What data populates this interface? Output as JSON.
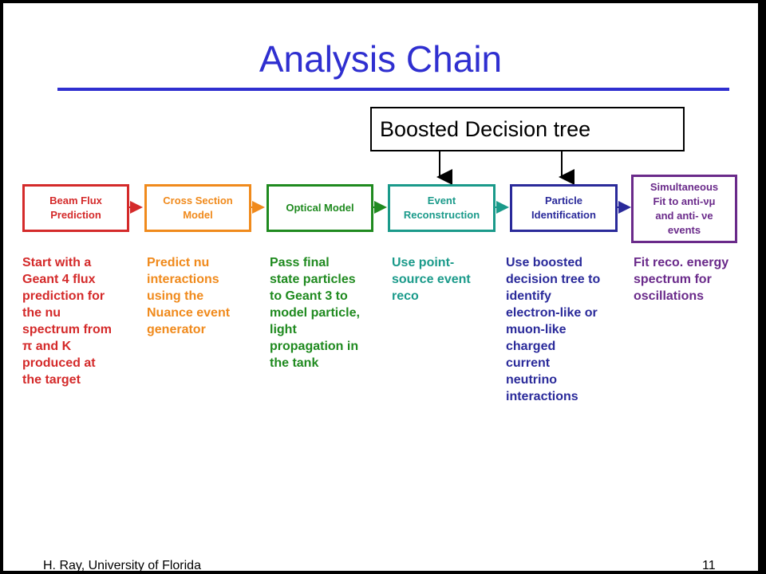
{
  "title": "Analysis Chain",
  "bdt": "Boosted Decision tree",
  "stages": [
    {
      "label": "Beam Flux\nPrediction",
      "color": "#d42a2a",
      "description": "Start with a\nGeant 4 flux\nprediction for\nthe nu\nspectrum from\nπ and K\nproduced at\nthe target"
    },
    {
      "label": "Cross Section\nModel",
      "color": "#f08a1c",
      "description": "Predict nu\ninteractions\nusing the\nNuance event\ngenerator"
    },
    {
      "label": "Optical Model",
      "color": "#1f8a1f",
      "description": "Pass final\nstate particles\nto Geant 3 to\nmodel particle,\nlight\npropagation in\nthe tank"
    },
    {
      "label": "Event\nReconstruction",
      "color": "#1a9a8a",
      "description": "Use point-\nsource event\nreco"
    },
    {
      "label": "Particle\nIdentification",
      "color": "#2a2a9a",
      "description": "Use boosted\ndecision tree to\nidentify\nelectron-like or\nmuon-like\ncharged\ncurrent\nneutrino\ninteractions"
    },
    {
      "label": "Simultaneous\nFit to anti-νμ\nand anti- νe\nevents",
      "color": "#6a2a8a",
      "description": "Fit reco. energy\nspectrum for\noscillations"
    }
  ],
  "footer": {
    "left": "H. Ray, University of Florida",
    "right": "11"
  }
}
